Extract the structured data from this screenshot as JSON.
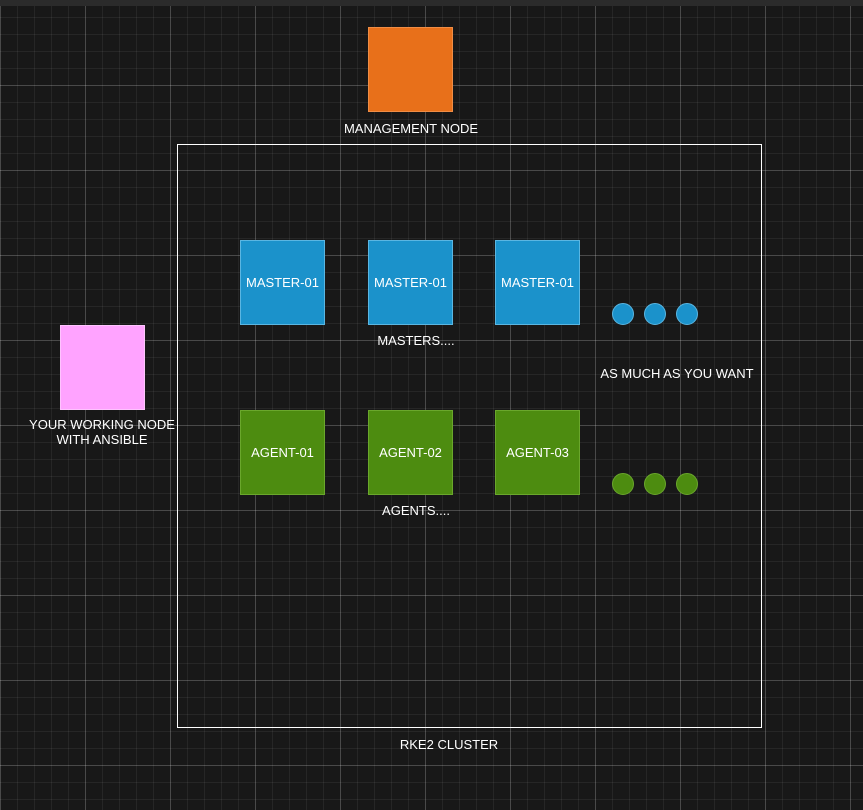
{
  "management_node": {
    "label": "MANAGEMENT NODE"
  },
  "working_node": {
    "label_line1": "YOUR WORKING NODE",
    "label_line2": "WITH ANSIBLE"
  },
  "cluster": {
    "label": "RKE2 CLUSTER"
  },
  "masters": {
    "group_label": "MASTERS....",
    "nodes": [
      "MASTER-01",
      "MASTER-01",
      "MASTER-01"
    ]
  },
  "agents": {
    "group_label": "AGENTS....",
    "nodes": [
      "AGENT-01",
      "AGENT-02",
      "AGENT-03"
    ]
  },
  "scale_note": "AS MUCH AS YOU WANT",
  "colors": {
    "management": "#e8701a",
    "working": "#ffa3ff",
    "master": "#1b92cb",
    "agent": "#4d8c10"
  }
}
